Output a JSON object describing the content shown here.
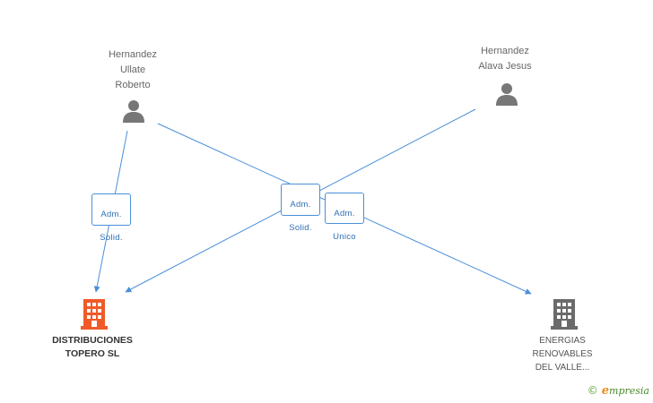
{
  "people": [
    {
      "id": "p1",
      "name_lines": [
        "Hernandez",
        "Ullate",
        "Roberto"
      ]
    },
    {
      "id": "p2",
      "name_lines": [
        "Hernandez",
        "Alava Jesus"
      ]
    }
  ],
  "companies": [
    {
      "id": "c1",
      "name_lines": [
        "DISTRIBUCIONES",
        "TOPERO SL"
      ],
      "color": "#f05a28"
    },
    {
      "id": "c2",
      "name_lines": [
        "ENERGIAS",
        "RENOVABLES",
        "DEL VALLE..."
      ],
      "color": "#6b6b6b"
    }
  ],
  "relations": [
    {
      "label_lines": [
        "Adm.",
        "Solid."
      ]
    },
    {
      "label_lines": [
        "Adm.",
        "Solid."
      ]
    },
    {
      "label_lines": [
        "Adm.",
        "Unico"
      ]
    }
  ],
  "colors": {
    "edge": "#4a90d9",
    "person_icon": "#777777"
  },
  "brand": {
    "copyright": "©",
    "initial": "e",
    "rest": "mpresia"
  }
}
